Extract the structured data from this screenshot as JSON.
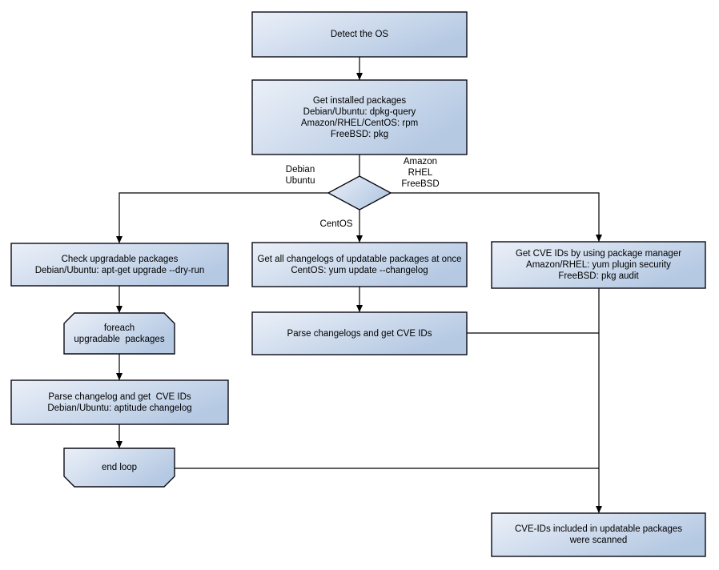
{
  "theme": {
    "background": "#ffffff",
    "node_fill_light": "#ebf0f8",
    "node_fill_dark": "#b5c9e3",
    "node_border": "#0a0a14",
    "connector": "#000000",
    "text": "#000000"
  },
  "diagram": {
    "nodes": {
      "detect_os": "Detect the OS",
      "get_installed": "Get installed packages\nDebian/Ubuntu: dpkg-query\nAmazon/RHEL/CentOS: rpm\nFreeBSD: pkg",
      "check_upgradable": "Check upgradable packages\nDebian/Ubuntu: apt-get upgrade --dry-run",
      "foreach_loop": "foreach\nupgradable  packages",
      "parse_changelog": "Parse changelog and get  CVE IDs\nDebian/Ubuntu: aptitude changelog",
      "end_loop": "end loop",
      "get_all_changelogs": "Get all changelogs of updatable packages at once\nCentOS: yum update --changelog",
      "parse_changelogs": "Parse changelogs and get CVE IDs",
      "get_cve_ids": "Get CVE IDs by using package manager\nAmazon/RHEL: yum plugin security\nFreeBSD: pkg audit",
      "scanned": "CVE-IDs included in updatable packages\nwere scanned"
    },
    "edge_labels": {
      "debian_ubuntu": "Debian\nUbuntu",
      "amazon_rhel_freebsd": "Amazon\nRHEL\nFreeBSD",
      "centos": "CentOS"
    }
  }
}
